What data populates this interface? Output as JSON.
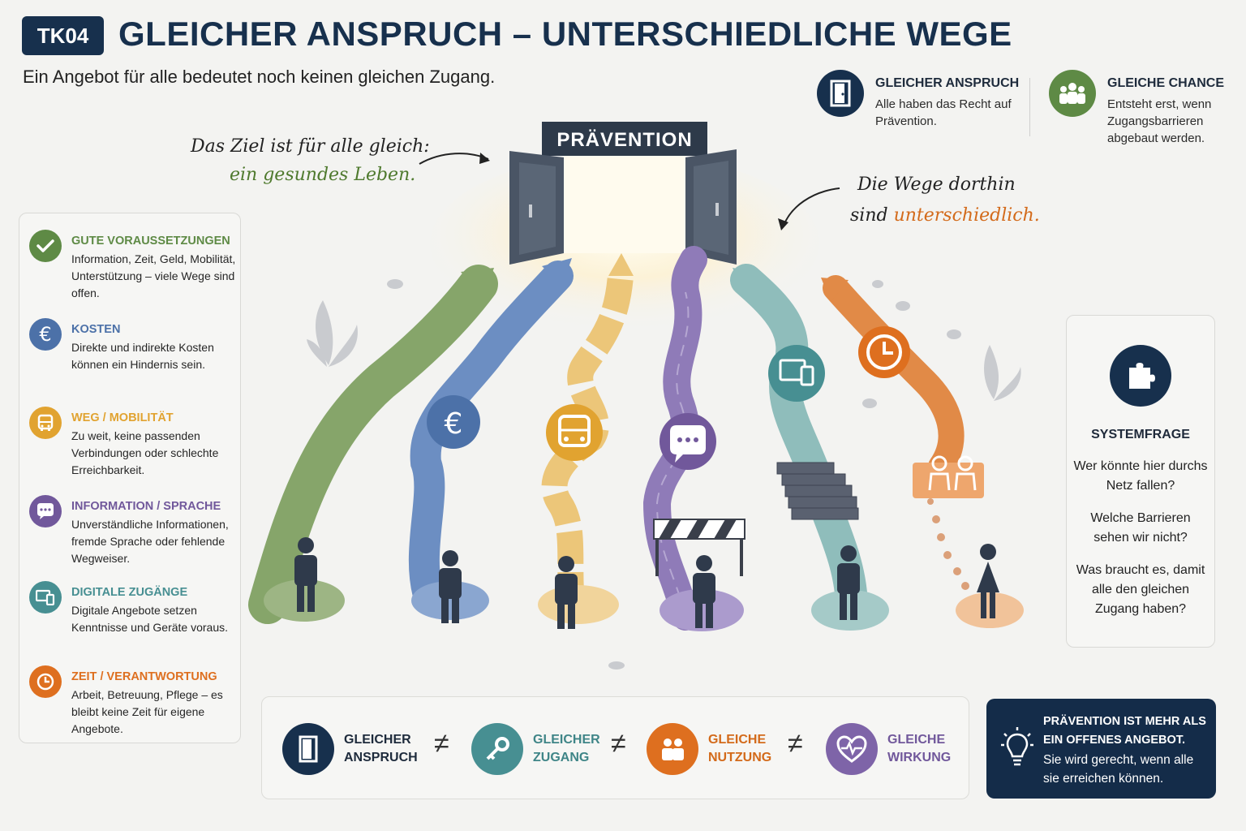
{
  "header": {
    "badge": "TK04",
    "title": "GLEICHER ANSPRUCH – UNTERSCHIEDLICHE WEGE",
    "subtitle": "Ein Angebot für alle bedeutet noch keinen gleichen Zugang."
  },
  "info_top": [
    {
      "title": "GLEICHER ANSPRUCH",
      "text": "Alle haben das Recht auf Prävention.",
      "icon": "door-icon",
      "color": "#17304d"
    },
    {
      "title": "GLEICHE CHANCE",
      "text": "Entsteht erst, wenn Zugangsbarrieren abgebaut werden.",
      "icon": "group-icon",
      "color": "#5e8a45"
    }
  ],
  "gate": {
    "label": "PRÄVENTION"
  },
  "notes": {
    "left_line1": "Das Ziel ist für alle gleich:",
    "left_line2": "ein gesundes Leben.",
    "right_line1": "Die Wege dorthin",
    "right_line2a": "sind ",
    "right_line2b": "unterschiedlich."
  },
  "left_panel": [
    {
      "title": "GUTE VORAUSSETZUNGEN",
      "text": "Information, Zeit, Geld, Mobilität, Unterstützung – viele Wege sind offen.",
      "color": "#5e8a45",
      "icon": "check-icon"
    },
    {
      "title": "KOSTEN",
      "text": "Direkte und indirekte Kosten können ein Hindernis sein.",
      "color": "#4c71a8",
      "icon": "euro-icon"
    },
    {
      "title": "WEG / MOBILITÄT",
      "text": "Zu weit, keine passenden Verbindungen oder schlechte Erreichbarkeit.",
      "color": "#e1a330",
      "icon": "bus-icon"
    },
    {
      "title": "INFORMATION / SPRACHE",
      "text": "Unverständliche Informationen, fremde Sprache oder fehlende Wegweiser.",
      "color": "#71589b",
      "icon": "speech-icon"
    },
    {
      "title": "DIGITALE ZUGÄNGE",
      "text": "Digitale Angebote setzen Kenntnisse und Geräte voraus.",
      "color": "#478f92",
      "icon": "devices-icon"
    },
    {
      "title": "ZEIT / VERANTWORTUNG",
      "text": "Arbeit, Betreuung, Pflege – es bleibt keine Zeit für eigene Angebote.",
      "color": "#de6f1f",
      "icon": "clock-icon"
    }
  ],
  "right_panel": {
    "title": "SYSTEMFRAGE",
    "questions": [
      "Wer könnte hier durchs Netz fallen?",
      "Welche Barrieren sehen wir nicht?",
      "Was braucht es, damit alle den gleichen Zugang haben?"
    ],
    "icon": "puzzle-icon"
  },
  "bottom_bar": {
    "items": [
      {
        "label": "GLEICHER\nANSPRUCH",
        "color": "#17304d",
        "text_color": "#1e2b3c",
        "icon": "door-icon"
      },
      {
        "label": "GLEICHER\nZUGANG",
        "color": "#478f92",
        "text_color": "#3f8587",
        "icon": "key-icon"
      },
      {
        "label": "GLEICHE\nNUTZUNG",
        "color": "#de6f1f",
        "text_color": "#d36a1a",
        "icon": "people-icon"
      },
      {
        "label": "GLEICHE\nWIRKUNG",
        "color": "#7e64a8",
        "text_color": "#71589b",
        "icon": "heart-pulse-icon"
      }
    ],
    "separator": "≠"
  },
  "callout": {
    "heading": "PRÄVENTION IST MEHR ALS EIN OFFENES ANGEBOT.",
    "text": "Sie wird gerecht, wenn alle sie erreichen können.",
    "icon": "lightbulb-icon"
  }
}
